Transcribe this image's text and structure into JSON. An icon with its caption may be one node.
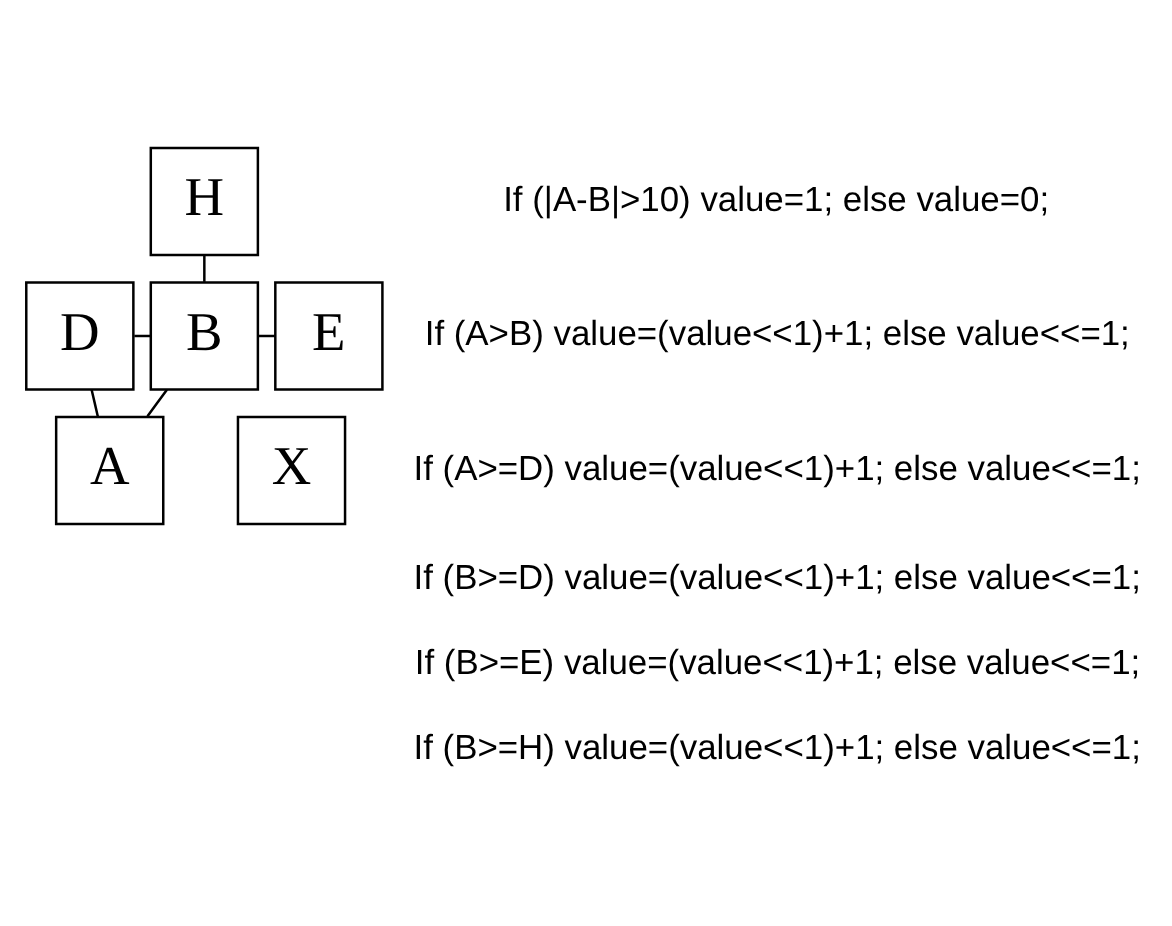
{
  "diagram": {
    "nodes": [
      {
        "text": [
          "H"
        ]
      },
      {
        "text": [
          "D"
        ]
      },
      {
        "text": [
          "B"
        ]
      },
      {
        "text": [
          "E"
        ]
      },
      {
        "text": [
          "A"
        ]
      },
      {
        "text": [
          "X"
        ]
      }
    ],
    "edges": [
      {
        "from": 0,
        "to": 2,
        "arrow": "none"
      },
      {
        "from": 1,
        "to": 2,
        "arrow": "none"
      },
      {
        "from": 2,
        "to": 3,
        "arrow": "none"
      },
      {
        "from": 1,
        "to": 4,
        "arrow": "none"
      },
      {
        "from": 2,
        "to": 4,
        "arrow": "none"
      }
    ],
    "labels": [
      "If (|A-B|>10) value=1; else value=0;",
      "If (A>B) value=(value<<1)+1; else value<<=1;",
      "If (A>=D) value=(value<<1)+1; else value<<=1;",
      "If (B>=D) value=(value<<1)+1; else value<<=1;",
      "If (B>=E) value=(value<<1)+1; else value<<=1;",
      "If (B>=H) value=(value<<1)+1; else value<<=1;"
    ]
  }
}
